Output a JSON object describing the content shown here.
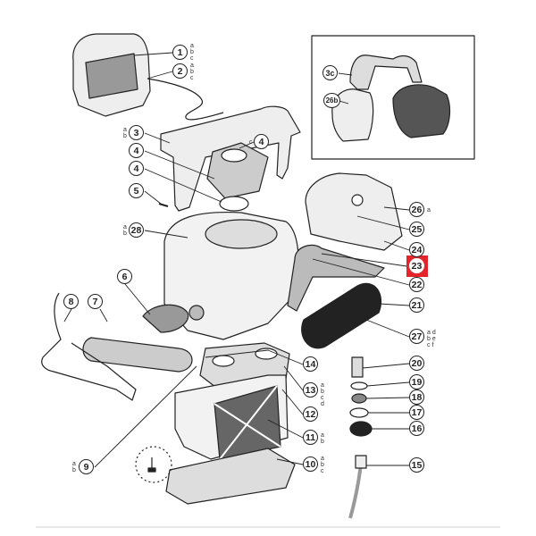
{
  "highlight_color": "#e3242b",
  "highlighted_part": "23",
  "callouts": [
    {
      "num": "1",
      "letters": "a\nb\nc"
    },
    {
      "num": "2",
      "letters": "a\nb\nc"
    },
    {
      "num": "3",
      "letters": "a\nb"
    },
    {
      "num": "4",
      "letters": "c"
    },
    {
      "num": "4",
      "letters": ""
    },
    {
      "num": "4",
      "letters": ""
    },
    {
      "num": "5",
      "letters": ""
    },
    {
      "num": "28",
      "letters": "a\nb"
    },
    {
      "num": "6",
      "letters": ""
    },
    {
      "num": "7",
      "letters": ""
    },
    {
      "num": "8",
      "letters": ""
    },
    {
      "num": "9",
      "letters": "a\nb"
    },
    {
      "num": "10",
      "letters": "a\nb\nc"
    },
    {
      "num": "11",
      "letters": "a\nb"
    },
    {
      "num": "12",
      "letters": ""
    },
    {
      "num": "13",
      "letters": "a\nb\nc\nd"
    },
    {
      "num": "14",
      "letters": ""
    },
    {
      "num": "15",
      "letters": ""
    },
    {
      "num": "16",
      "letters": ""
    },
    {
      "num": "17",
      "letters": ""
    },
    {
      "num": "18",
      "letters": ""
    },
    {
      "num": "19",
      "letters": ""
    },
    {
      "num": "20",
      "letters": ""
    },
    {
      "num": "21",
      "letters": ""
    },
    {
      "num": "22",
      "letters": ""
    },
    {
      "num": "23",
      "letters": ""
    },
    {
      "num": "24",
      "letters": ""
    },
    {
      "num": "25",
      "letters": ""
    },
    {
      "num": "26",
      "letters": "a"
    },
    {
      "num": "27",
      "letters": "a d\nb e\nc f"
    }
  ],
  "inset_callouts": [
    {
      "num": "3c"
    },
    {
      "num": "26b"
    }
  ]
}
